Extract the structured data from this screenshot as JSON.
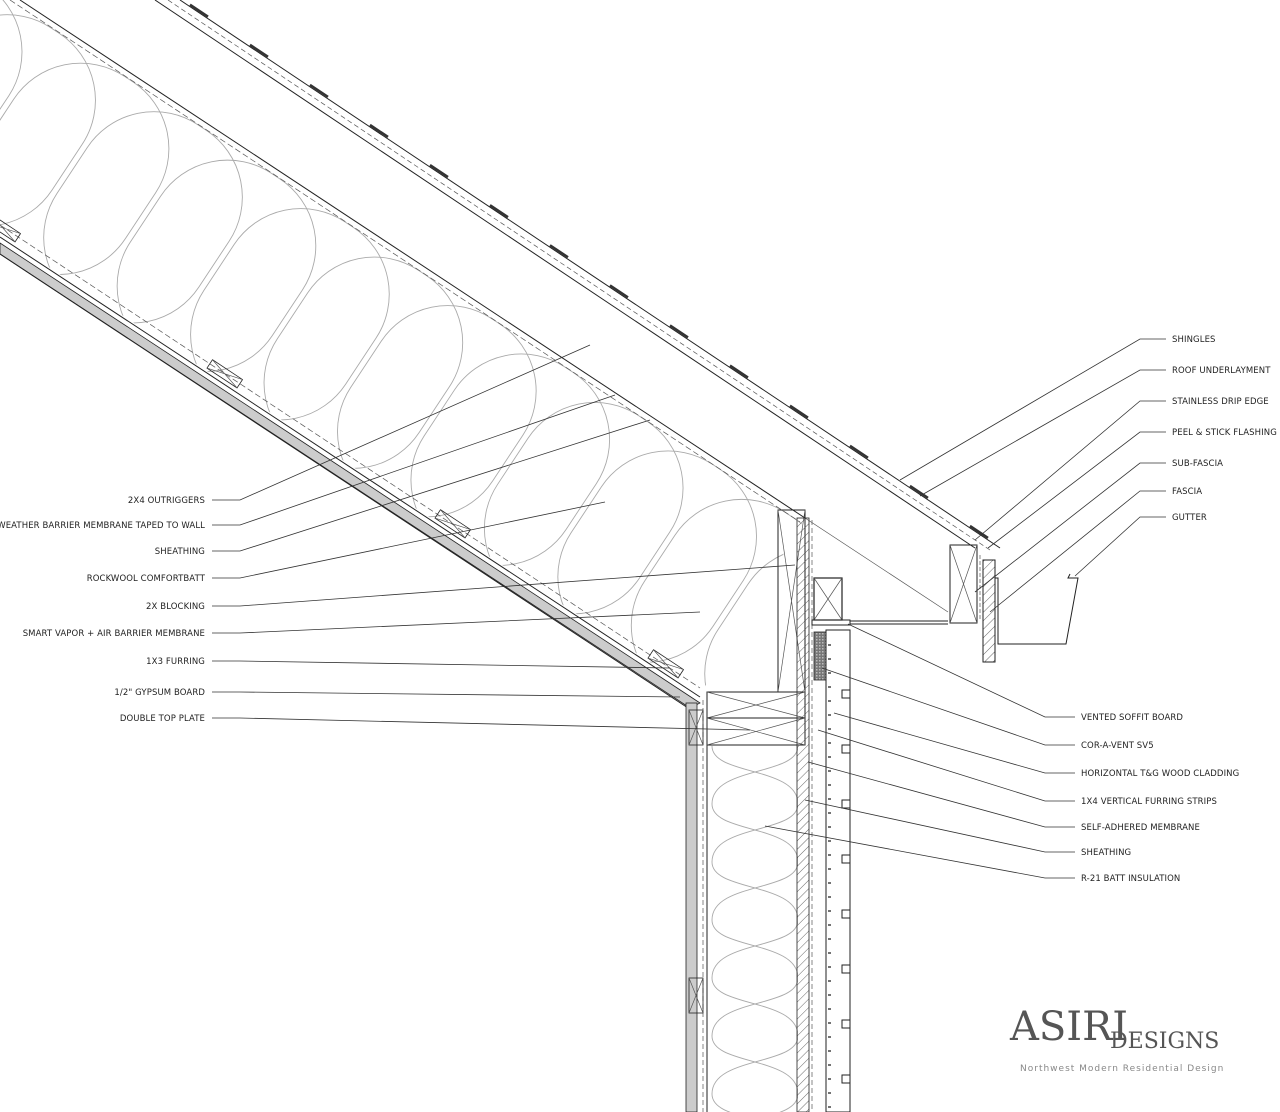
{
  "left_labels": [
    {
      "text": "2X4 OUTRIGGERS"
    },
    {
      "text": "WEATHER BARRIER MEMBRANE TAPED TO WALL"
    },
    {
      "text": "SHEATHING"
    },
    {
      "text": "ROCKWOOL COMFORTBATT"
    },
    {
      "text": "2X BLOCKING"
    },
    {
      "text": "SMART VAPOR + AIR BARRIER MEMBRANE"
    },
    {
      "text": "1X3 FURRING"
    },
    {
      "text": "1/2\" GYPSUM BOARD"
    },
    {
      "text": "DOUBLE TOP PLATE"
    }
  ],
  "right_top_labels": [
    {
      "text": "SHINGLES"
    },
    {
      "text": "ROOF UNDERLAYMENT"
    },
    {
      "text": "STAINLESS DRIP EDGE"
    },
    {
      "text": "PEEL & STICK FLASHING"
    },
    {
      "text": "SUB-FASCIA"
    },
    {
      "text": "FASCIA"
    },
    {
      "text": "GUTTER"
    }
  ],
  "right_bottom_labels": [
    {
      "text": "VENTED SOFFIT BOARD"
    },
    {
      "text": "COR-A-VENT SV5"
    },
    {
      "text": "HORIZONTAL T&G WOOD CLADDING"
    },
    {
      "text": "1X4 VERTICAL FURRING STRIPS"
    },
    {
      "text": "SELF-ADHERED MEMBRANE"
    },
    {
      "text": "SHEATHING"
    },
    {
      "text": "R-21 BATT INSULATION"
    }
  ],
  "logo": {
    "main": "ASIRI",
    "sub": "DESIGNS",
    "tagline": "Northwest Modern Residential Design"
  }
}
